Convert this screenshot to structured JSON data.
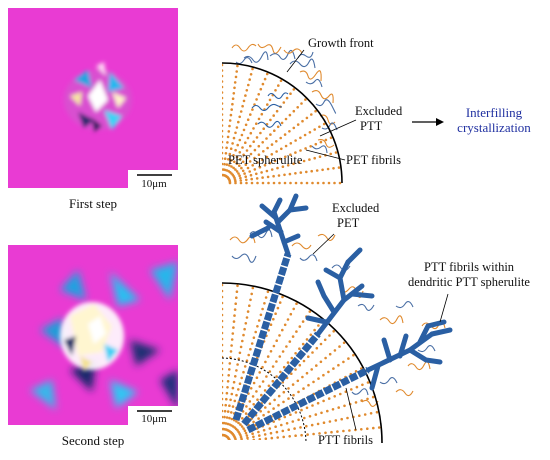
{
  "panels": [
    {
      "id": "first",
      "caption": "First step",
      "scale_bar_label": "10μm"
    },
    {
      "id": "second",
      "caption": "Second step",
      "scale_bar_label": "10μm"
    }
  ],
  "schematic_top": {
    "labels": {
      "growth_front": "Growth front",
      "excluded_ptt_line1": "Excluded",
      "excluded_ptt_line2": "PTT",
      "pet_spherulite": "PET spherulite",
      "pet_fibrils": "PET fibrils",
      "interfilling_line1": "Interfilling",
      "interfilling_line2": "crystallization"
    }
  },
  "schematic_bottom": {
    "labels": {
      "excluded_pet_line1": "Excluded",
      "excluded_pet_line2": "PET",
      "ptt_fibrils_within_line1": "PTT fibrils within",
      "ptt_fibrils_within_line2": "dendritic PTT spherulite",
      "ptt_fibrils": "PTT fibrils"
    }
  },
  "colors": {
    "magenta_background": "#e93bd3",
    "pet_orange": "#e08a2e",
    "ptt_blue": "#2a5fa3",
    "chain_blue": "#4a6fa5",
    "interfilling_text": "#1f2fa0",
    "text": "#111111"
  }
}
